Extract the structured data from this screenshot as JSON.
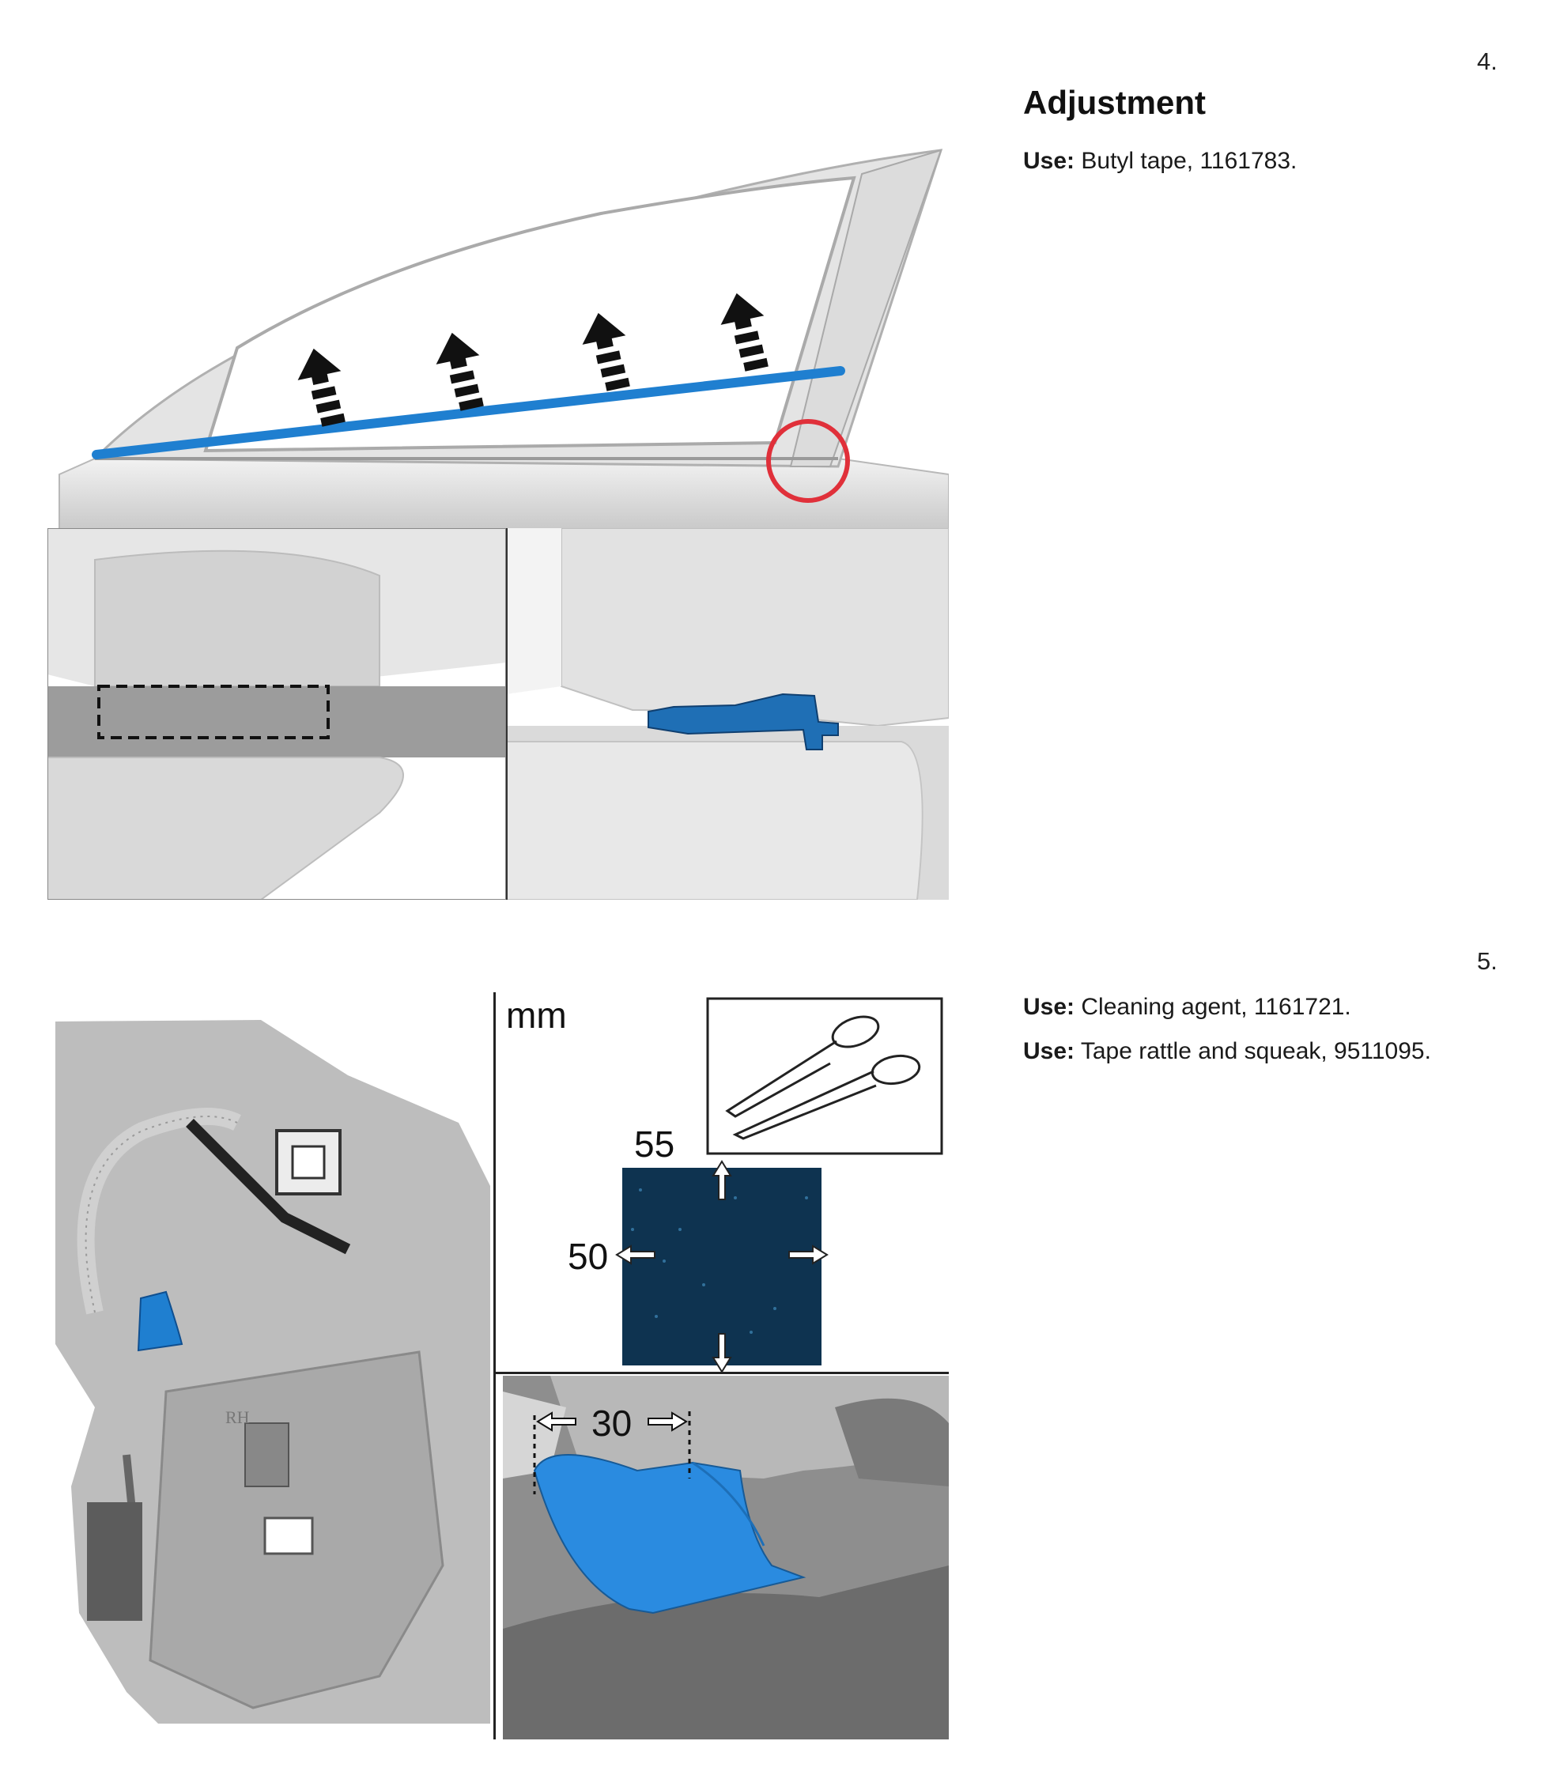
{
  "steps": [
    {
      "number": "4.",
      "title": "Adjustment",
      "lines": [
        {
          "label": "Use:",
          "text": "Butyl tape, 1161783."
        }
      ]
    },
    {
      "number": "5.",
      "title": "",
      "lines": [
        {
          "label": "Use:",
          "text": "Cleaning agent, 1161721."
        },
        {
          "label": "Use:",
          "text": "Tape rattle and squeak, 9511095."
        }
      ]
    }
  ],
  "figure_step5": {
    "unit": "mm",
    "dim_top": "55",
    "dim_left": "50",
    "dim_width": "30",
    "mark_rh": "RH"
  },
  "colors": {
    "tape_blue": "#1f7fd0",
    "highlight_red": "#e0303a",
    "panel_gray": "#d6d6d6"
  }
}
